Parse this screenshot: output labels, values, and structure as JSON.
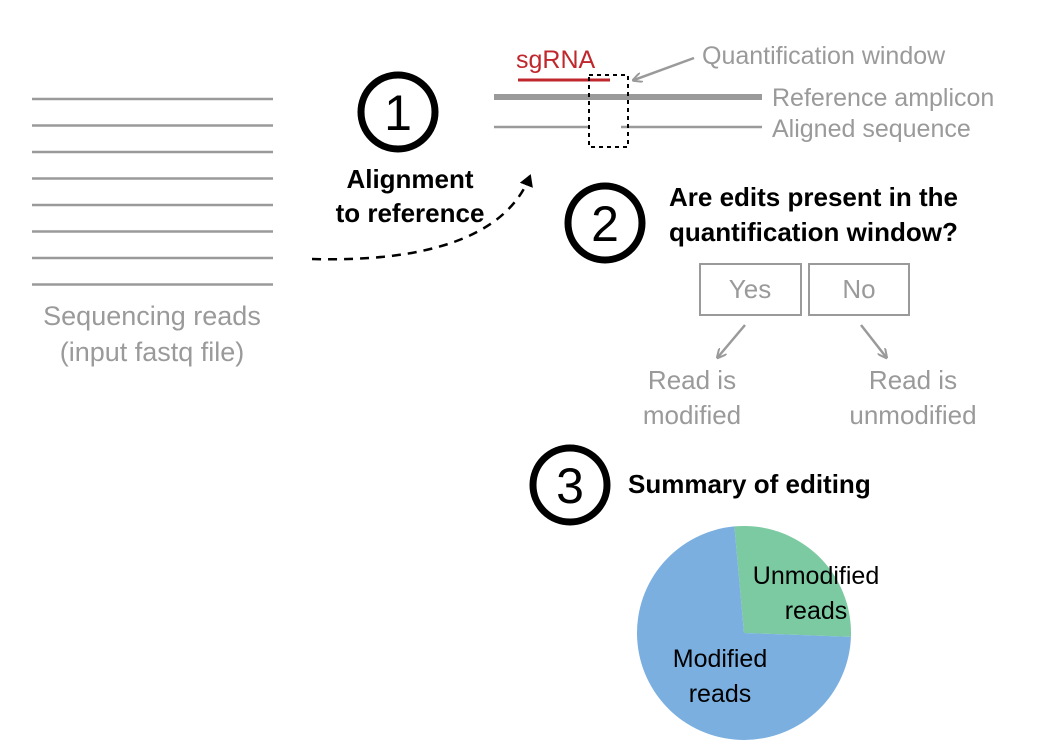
{
  "input": {
    "label_line1": "Sequencing reads",
    "label_line2": "(input fastq file)",
    "read_count": 8
  },
  "step1": {
    "number": "1",
    "label_line1": "Alignment",
    "label_line2": "to reference"
  },
  "alignment": {
    "sgrna_label": "sgRNA",
    "window_label": "Quantification window",
    "reference_label": "Reference amplicon",
    "aligned_label": "Aligned sequence"
  },
  "step2": {
    "number": "2",
    "question_line1": "Are edits present in the",
    "question_line2": "quantification window?",
    "yes_label": "Yes",
    "no_label": "No",
    "yes_result_line1": "Read is",
    "yes_result_line2": "modified",
    "no_result_line1": "Read is",
    "no_result_line2": "unmodified"
  },
  "step3": {
    "number": "3",
    "title": "Summary of editing"
  },
  "colors": {
    "gray": "#9a9a9a",
    "sgrna_red": "#c0272d",
    "modified_blue": "#7aafe0",
    "unmodified_green": "#7ccaa2",
    "black": "#000000"
  },
  "chart_data": {
    "type": "pie",
    "title": "",
    "slices": [
      {
        "label_line1": "Unmodified",
        "label_line2": "reads",
        "value": 27,
        "color": "#7ccaa2"
      },
      {
        "label_line1": "Modified",
        "label_line2": "reads",
        "value": 73,
        "color": "#7aafe0"
      }
    ]
  }
}
